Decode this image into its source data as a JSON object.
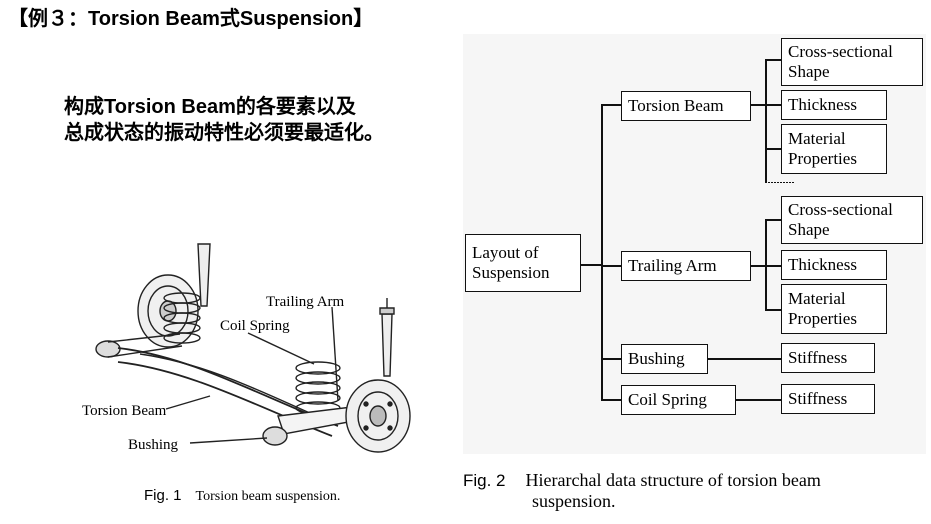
{
  "header": {
    "title": "【例３：Torsion Beam式Suspension】"
  },
  "description": {
    "line1": "构成Torsion  Beam的各要素以及",
    "line2": "总成状态的振动特性必须要最适化。"
  },
  "figure1": {
    "labels": {
      "trailing_arm": "Trailing Arm",
      "coil_spring": "Coil Spring",
      "torsion_beam": "Torsion Beam",
      "bushing": "Bushing"
    },
    "caption_label": "Fig. 1",
    "caption_text": "Torsion beam suspension."
  },
  "figure2": {
    "root": {
      "line1": "Layout of",
      "line2": "Suspension"
    },
    "components": {
      "torsion_beam": "Torsion Beam",
      "trailing_arm": "Trailing Arm",
      "bushing": "Bushing",
      "coil_spring": "Coil Spring"
    },
    "properties": {
      "tb_cross_1": "Cross-sectional",
      "tb_cross_2": "Shape",
      "tb_thickness": "Thickness",
      "tb_material_1": "Material",
      "tb_material_2": "Properties",
      "ta_cross_1": "Cross-sectional",
      "ta_cross_2": "Shape",
      "ta_thickness": "Thickness",
      "ta_material_1": "Material",
      "ta_material_2": "Properties",
      "bushing_stiffness": "Stiffness",
      "coil_stiffness": "Stiffness"
    },
    "caption_label": "Fig. 2",
    "caption_line1": "Hierarchal data structure of torsion beam",
    "caption_line2": "suspension."
  }
}
